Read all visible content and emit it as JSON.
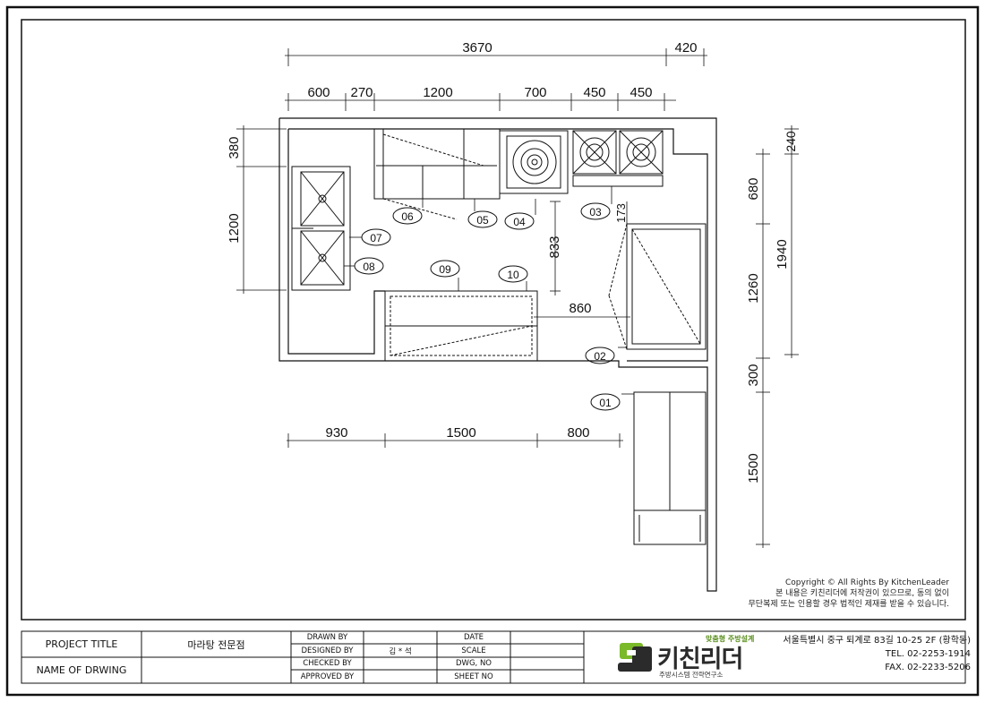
{
  "plan": {
    "dims_top_total": [
      "3670",
      "420"
    ],
    "dims_top": [
      "600",
      "270",
      "1200",
      "700",
      "450",
      "450"
    ],
    "dims_left": [
      "380",
      "1200"
    ],
    "dims_right": [
      "240",
      "680",
      "1940",
      "1260",
      "300",
      "1500"
    ],
    "dims_bottom": [
      "930",
      "1500",
      "800"
    ],
    "dim_833": "833",
    "dim_173": "173",
    "dim_860": "860",
    "tags": [
      "01",
      "02",
      "03",
      "04",
      "05",
      "06",
      "07",
      "08",
      "09",
      "10"
    ]
  },
  "copyright": {
    "line1": "Copyright © All Rights By KitchenLeader",
    "line2": "본 내용은 키친리더에 저작권이 있으므로, 동의 없이",
    "line3": "무단복제 또는 인용할 경우 법적인 제재를 받을 수 있습니다."
  },
  "title_block": {
    "project_title_label": "PROJECT TITLE",
    "project_title_value": "마라탕 전문점",
    "name_of_drawing_label": "NAME OF DRWING",
    "drawn_by": "DRAWN BY",
    "designed_by": "DESIGNED BY",
    "designed_by_value": "김 * 석",
    "checked_by": "CHECKED BY",
    "approved_by": "APPROVED BY",
    "date": "DATE",
    "scale": "SCALE",
    "dwg_no": "DWG, NO",
    "sheet_no": "SHEET NO"
  },
  "company": {
    "tagline": "맞춤형 주방설계",
    "name": "키친리더",
    "subtitle": "주방시스템 전략연구소",
    "address": "서울특별시 중구 퇴계로 83길 10-25 2F (황학동)",
    "tel": "TEL. 02-2253-1914",
    "fax": "FAX. 02-2233-5206"
  },
  "colors": {
    "line": "#111111",
    "logo_green": "#7ab929",
    "logo_dark": "#2b2b2b"
  }
}
